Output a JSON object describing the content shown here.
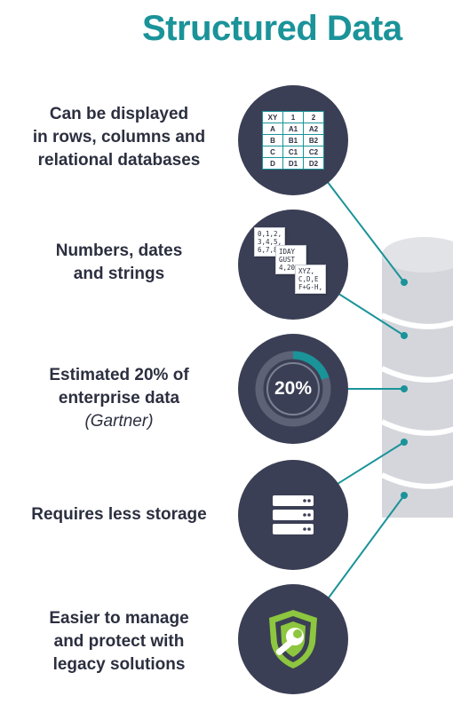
{
  "title": "Structured Data",
  "items": [
    {
      "lines": [
        "Can be displayed",
        "in rows, columns and",
        "relational databases"
      ],
      "icon": "table-icon"
    },
    {
      "lines": [
        "Numbers, dates",
        "and strings"
      ],
      "icon": "data-cards-icon"
    },
    {
      "lines": [
        "Estimated 20% of",
        "enterprise data"
      ],
      "source": "(Gartner)",
      "icon": "percentage-gauge-icon"
    },
    {
      "lines": [
        "Requires less storage"
      ],
      "icon": "server-icon"
    },
    {
      "lines": [
        "Easier to manage",
        "and protect with",
        "legacy solutions"
      ],
      "icon": "shield-wrench-icon"
    }
  ],
  "table": {
    "rows": [
      [
        "XY",
        "1",
        "2"
      ],
      [
        "A",
        "A1",
        "A2"
      ],
      [
        "B",
        "B1",
        "B2"
      ],
      [
        "C",
        "C1",
        "C2"
      ],
      [
        "D",
        "D1",
        "D2"
      ]
    ]
  },
  "cards": [
    "0,1,2,\n3,4,5,\n6,7,8,",
    "IDAY\nGUST\n4,2025",
    "XYZ,\nC,D,E\nF+G-H,"
  ],
  "gauge": {
    "label": "20%",
    "fraction": 0.2
  },
  "colors": {
    "accent": "#1a9399",
    "circle": "#3b3f55",
    "text": "#2b2f3f",
    "db": "#d4d6db",
    "shield": "#8dc63f"
  }
}
